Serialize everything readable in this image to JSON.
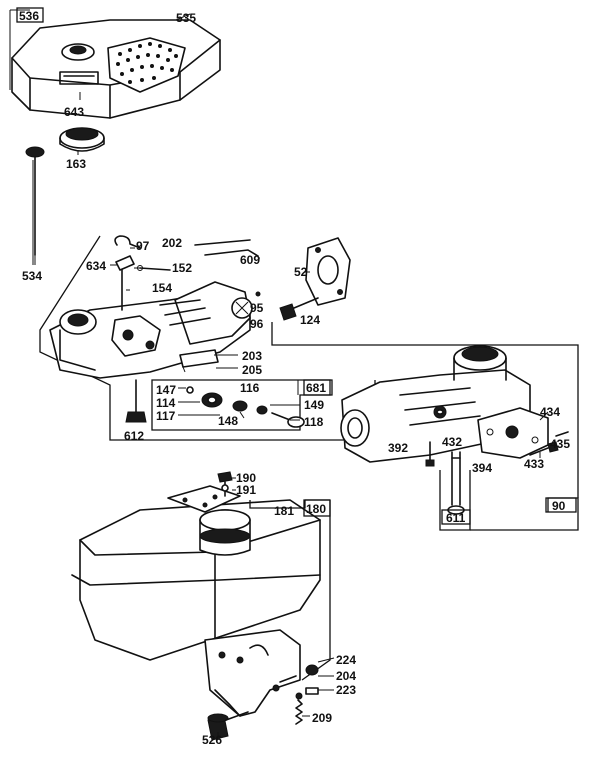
{
  "parts": [
    {
      "key": "p536",
      "number": "536"
    },
    {
      "key": "p535",
      "number": "535"
    },
    {
      "key": "p643",
      "number": "643"
    },
    {
      "key": "p163",
      "number": "163"
    },
    {
      "key": "p534",
      "number": "534"
    },
    {
      "key": "p97",
      "number": "97"
    },
    {
      "key": "p202",
      "number": "202"
    },
    {
      "key": "p609",
      "number": "609"
    },
    {
      "key": "p634",
      "number": "634"
    },
    {
      "key": "p152",
      "number": "152"
    },
    {
      "key": "p154",
      "number": "154"
    },
    {
      "key": "p52",
      "number": "52"
    },
    {
      "key": "p95",
      "number": "95"
    },
    {
      "key": "p96",
      "number": "96"
    },
    {
      "key": "p124",
      "number": "124"
    },
    {
      "key": "p203",
      "number": "203"
    },
    {
      "key": "p205",
      "number": "205"
    },
    {
      "key": "p147",
      "number": "147"
    },
    {
      "key": "p116",
      "number": "116"
    },
    {
      "key": "p681",
      "number": "681"
    },
    {
      "key": "p114",
      "number": "114"
    },
    {
      "key": "p149",
      "number": "149"
    },
    {
      "key": "p117",
      "number": "117"
    },
    {
      "key": "p148",
      "number": "148"
    },
    {
      "key": "p118",
      "number": "118"
    },
    {
      "key": "p612",
      "number": "612"
    },
    {
      "key": "p434",
      "number": "434"
    },
    {
      "key": "p435",
      "number": "435"
    },
    {
      "key": "p392",
      "number": "392"
    },
    {
      "key": "p432",
      "number": "432"
    },
    {
      "key": "p394",
      "number": "394"
    },
    {
      "key": "p433",
      "number": "433"
    },
    {
      "key": "p611",
      "number": "611"
    },
    {
      "key": "p90",
      "number": "90"
    },
    {
      "key": "p190",
      "number": "190"
    },
    {
      "key": "p191",
      "number": "191"
    },
    {
      "key": "p181",
      "number": "181"
    },
    {
      "key": "p180",
      "number": "180"
    },
    {
      "key": "p224",
      "number": "224"
    },
    {
      "key": "p204",
      "number": "204"
    },
    {
      "key": "p223",
      "number": "223"
    },
    {
      "key": "p209",
      "number": "209"
    },
    {
      "key": "p526",
      "number": "526"
    }
  ]
}
